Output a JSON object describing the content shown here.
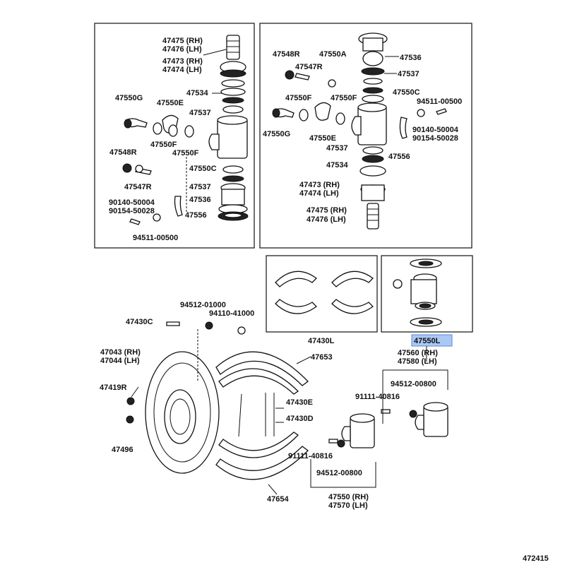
{
  "diagram_code": "472415",
  "highlight": "#aac8f4",
  "labels": {
    "a1": "47475 (RH)",
    "a2": "47476 (LH)",
    "a3": "47473 (RH)",
    "a4": "47474 (LH)",
    "a5": "47550G",
    "a6": "47550E",
    "a7": "47534",
    "a8": "47537",
    "a9": "47550F",
    "a10": "47550F",
    "a11": "47548R",
    "a12": "47550C",
    "a13": "47547R",
    "a14": "47537",
    "a15": "90140-50004",
    "a16": "90154-50028",
    "a17": "47536",
    "a18": "47556",
    "a19": "94511-00500",
    "b1": "47548R",
    "b2": "47550A",
    "b3": "47547R",
    "b4": "47536",
    "b5": "47537",
    "b6": "47550F",
    "b7": "47550F",
    "b8": "47550C",
    "b9": "94511-00500",
    "b10": "47550G",
    "b11": "47550E",
    "b12": "90140-50004",
    "b13": "90154-50028",
    "b14": "47537",
    "b15": "47556",
    "b16": "47534",
    "b17": "47473 (RH)",
    "b18": "47474 (LH)",
    "b19": "47475 (RH)",
    "b20": "47476 (LH)",
    "c1": "47430L",
    "c2": "47550L",
    "d1": "94512-01000",
    "d2": "94110-41000",
    "d3": "47430C",
    "d4": "47043 (RH)",
    "d5": "47044 (LH)",
    "d6": "47653",
    "d7": "47419R",
    "d8": "47430E",
    "d9": "47430D",
    "d10": "47496",
    "d11": "47654",
    "e1": "47560 (RH)",
    "e2": "47580 (LH)",
    "e3": "94512-00800",
    "e4": "91111-40816",
    "e5": "91111-40816",
    "e6": "94512-00800",
    "e7": "47550 (RH)",
    "e8": "47570 (LH)"
  }
}
